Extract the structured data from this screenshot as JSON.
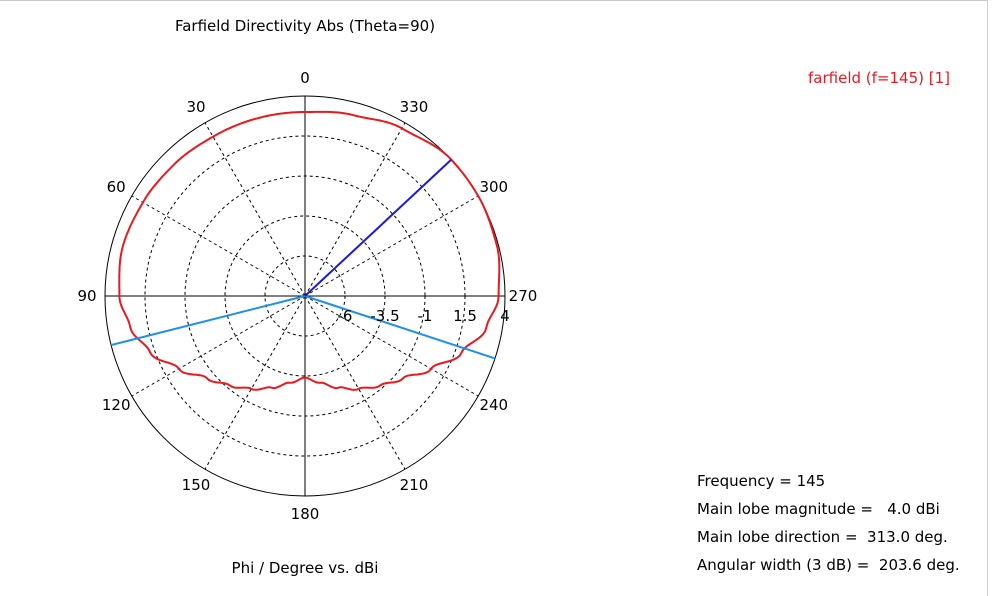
{
  "chart_data": {
    "type": "polar",
    "title": "Farfield Directivity Abs (Theta=90)",
    "xlabel": "Phi / Degree vs. dBi",
    "angle_ticks": [
      "0",
      "30",
      "60",
      "90",
      "120",
      "150",
      "180",
      "210",
      "240",
      "270",
      "300",
      "330"
    ],
    "angle_tick_values": [
      0,
      30,
      60,
      90,
      120,
      150,
      180,
      210,
      240,
      270,
      300,
      330
    ],
    "radial_ticks": [
      "-6",
      "-3.5",
      "-1",
      "1.5",
      "4"
    ],
    "radial_tick_values": [
      -6,
      -3.5,
      -1,
      1.5,
      4
    ],
    "rlim": [
      -8.5,
      4
    ],
    "angle_direction": "counterclockwise",
    "zero_location": "top",
    "grid": true,
    "legend": "top-right",
    "series": [
      {
        "name": "farfield (f=145) [1]",
        "color": "#e8191f",
        "phi": [
          0,
          15,
          30,
          45,
          60,
          75,
          90,
          100,
          110,
          120,
          130,
          140,
          150,
          160,
          170,
          180,
          190,
          200,
          210,
          220,
          230,
          240,
          250,
          260,
          270,
          285,
          300,
          313,
          330,
          345
        ],
        "value": [
          3.0,
          3.0,
          3.0,
          3.1,
          3.2,
          3.3,
          3.1,
          2.6,
          1.8,
          0.6,
          -0.5,
          -1.2,
          -1.8,
          -2.4,
          -3.0,
          -3.4,
          -3.0,
          -2.4,
          -1.8,
          -1.2,
          -0.5,
          0.6,
          1.9,
          3.0,
          3.6,
          3.9,
          4.0,
          4.0,
          3.6,
          3.2
        ]
      }
    ],
    "markers": {
      "main_lobe_direction": 313.0,
      "main_lobe_color": "#1a1adc",
      "beamwidth_edges": [
        104.2,
        251.8
      ],
      "beamwidth_color": "#1e90e6"
    }
  },
  "legend_label": "farfield (f=145) [1]",
  "info": {
    "frequency": "Frequency = 145",
    "main_lobe_magnitude": "Main lobe magnitude =   4.0 dBi",
    "main_lobe_direction": "Main lobe direction =  313.0 deg.",
    "angular_width": "Angular width (3 dB) =  203.6 deg."
  }
}
